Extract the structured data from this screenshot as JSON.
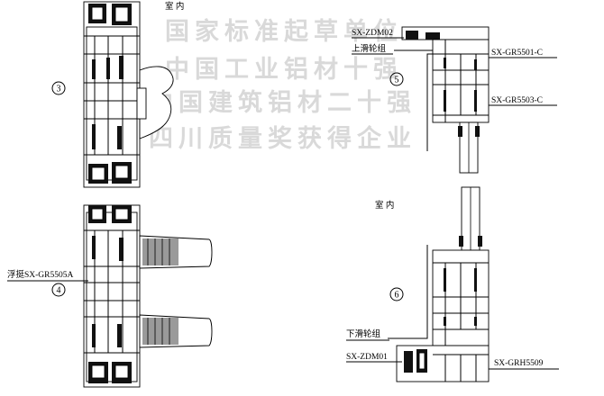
{
  "watermark": {
    "line1": "国家标准起草单位",
    "line2": "中国工业铝材十强",
    "line3": "中国建筑铝材二十强",
    "line4": "四川质量奖获得企业"
  },
  "labels": {
    "indoor_top": "室 内",
    "indoor_bottom": "室 内",
    "sxzdm02": "SX-ZDM02",
    "upper_pulley": "上滑轮组",
    "gr5501c": "SX-GR5501-C",
    "gr5503c": "SX-GR5503-C",
    "float_mullion": "浮挺SX-GR5505A",
    "lower_pulley": "下滑轮组",
    "sxzdm01": "SX-ZDM01",
    "grh5509": "SX-GRH5509"
  },
  "markers": {
    "n3": "3",
    "n4": "4",
    "n5": "5",
    "n6": "6"
  }
}
